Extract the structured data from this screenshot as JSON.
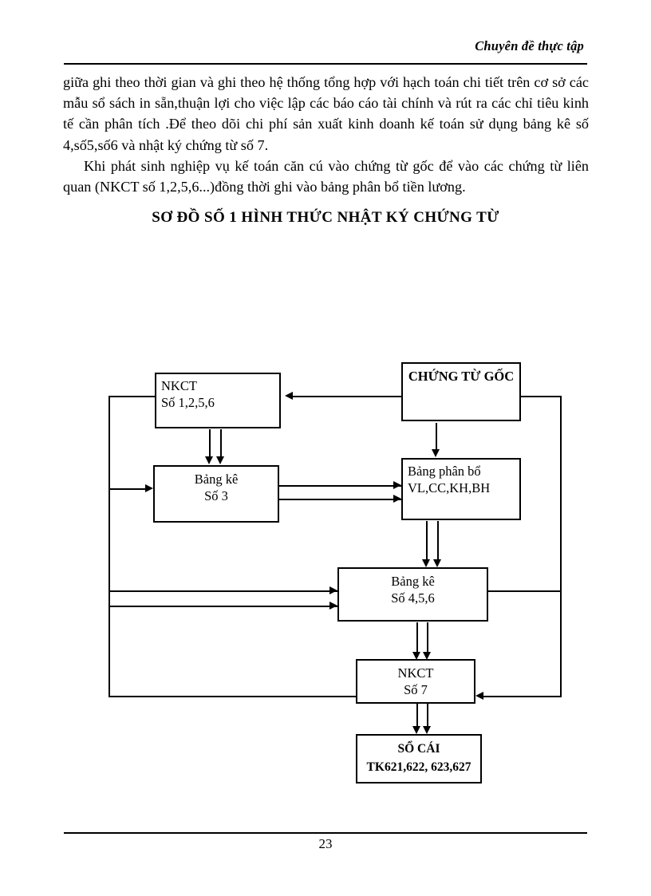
{
  "header": {
    "running_title": "Chuyên đề thực tập"
  },
  "body": {
    "paragraphs": [
      "giữa ghi theo thời gian và ghi theo hệ thống  tổng hợp với hạch toán chi tiết  trên cơ sở các mẫu sổ sách in sẵn,thuận lợi cho việc lập các báo cáo tài chính và rút ra các chỉ tiêu kinh tế cần phân tích .Để theo dõi chi phí sản xuất kinh doanh kế toán sử dụng bảng kê số 4,số5,số6 và nhật ký chứng từ số 7.",
      "Khi phát sinh nghiệp vụ kế toán căn cú vào chứng từ gốc để vào các chứng từ liên quan  (NKCT số 1,2,5,6...)đồng thời ghi vào bảng phân bổ tiền lương."
    ]
  },
  "diagram": {
    "title": "SƠ ĐỒ  SỐ 1  HÌNH THỨC NHẬT KÝ CHỨNG TỪ",
    "boxes": {
      "nkct_1256": {
        "line1": "NKCT",
        "line2": "Số 1,2,5,6"
      },
      "chung_tu_goc": {
        "line1": "CHỨNG TỪ  GỐC"
      },
      "bang_ke_3": {
        "line1": "Bảng  kê",
        "line2": "Số  3"
      },
      "bang_phan_bo": {
        "line1": "Bảng phân bổ",
        "line2": "VL,CC,KH,BH"
      },
      "bang_ke_456": {
        "line1": "Bảng kê",
        "line2": "Số  4,5,6"
      },
      "nkct_7": {
        "line1": "NKCT",
        "line2": "Số 7"
      },
      "so_cai": {
        "line1": "SỔ  CÁI",
        "line2": "TK621,622, 623,627"
      }
    }
  },
  "footer": {
    "page_number": "23"
  }
}
